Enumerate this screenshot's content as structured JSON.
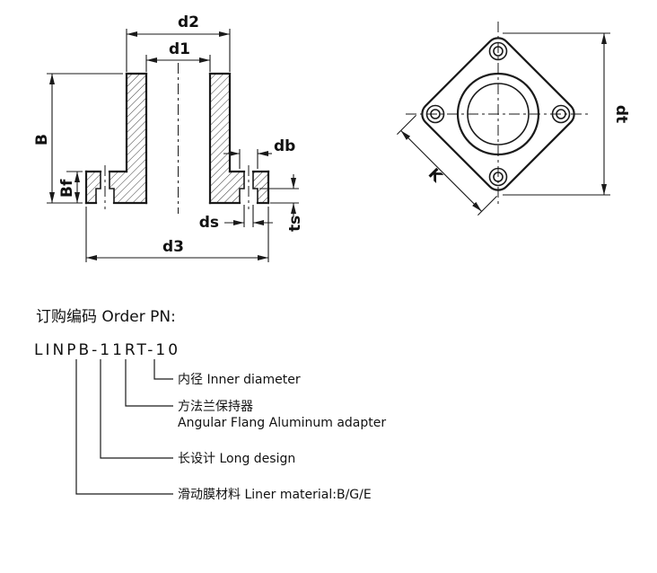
{
  "colors": {
    "line": "#1a1a1a",
    "background": "#ffffff"
  },
  "drawing": {
    "section_labels": {
      "d2": "d2",
      "d1": "d1",
      "B": "B",
      "Bf": "Bf",
      "db": "db",
      "ds": "ds",
      "d3": "d3",
      "ts": "ts"
    },
    "face_labels": {
      "K": "K",
      "dt": "dt"
    }
  },
  "order": {
    "heading": "订购编码 Order PN:",
    "part_number": "LINPB-11RT-10",
    "callouts": [
      {
        "text": "内径 Inner diameter",
        "text2": ""
      },
      {
        "text": "方法兰保持器",
        "text2": "Angular Flang Aluminum adapter"
      },
      {
        "text": "长设计 Long design",
        "text2": ""
      },
      {
        "text": "滑动膜材料 Liner material:B/G/E",
        "text2": ""
      }
    ]
  }
}
